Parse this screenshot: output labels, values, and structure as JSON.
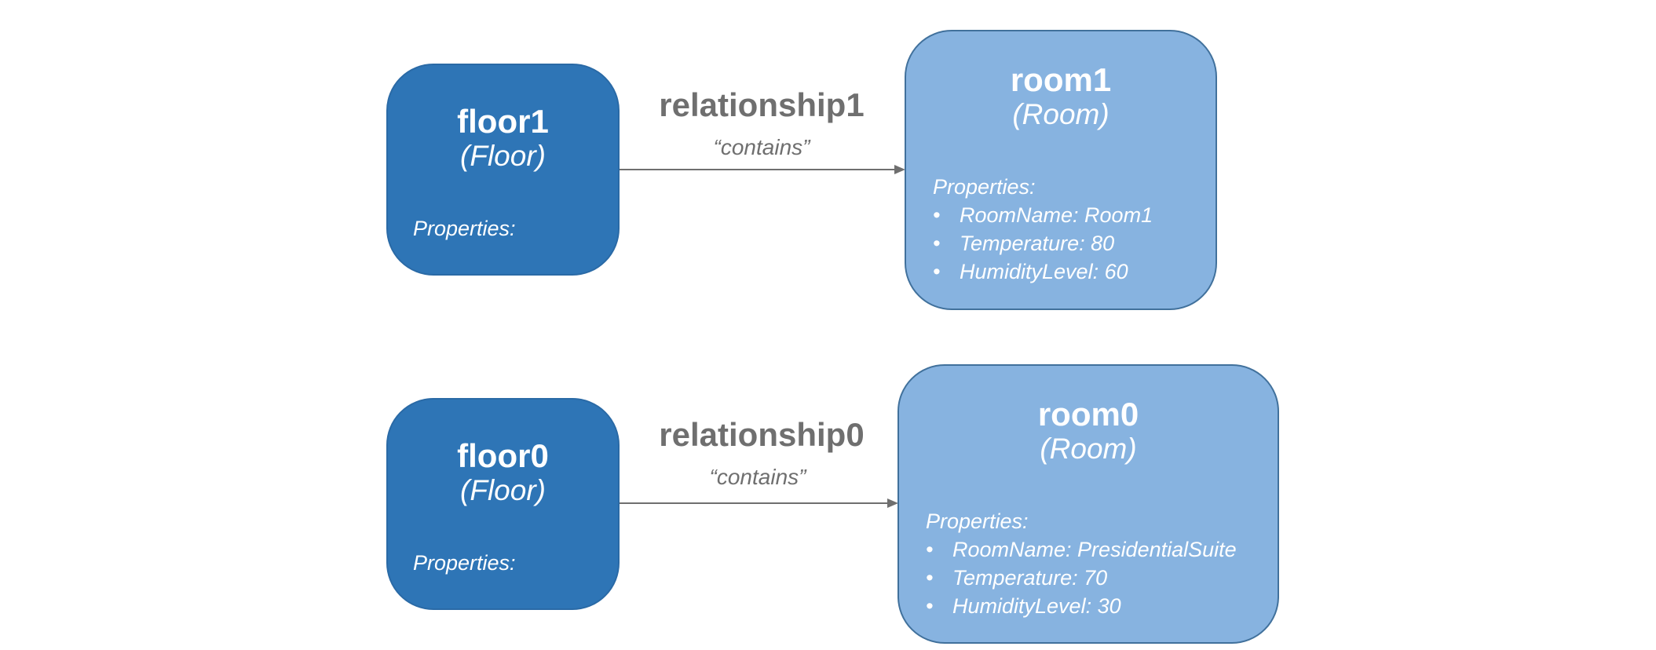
{
  "diagram": {
    "floors": [
      {
        "name": "floor1",
        "type": "(Floor)",
        "properties_label": "Properties:"
      },
      {
        "name": "floor0",
        "type": "(Floor)",
        "properties_label": "Properties:"
      }
    ],
    "rooms": [
      {
        "name": "room1",
        "type": "(Room)",
        "properties_label": "Properties:",
        "properties": [
          "RoomName: Room1",
          "Temperature: 80",
          "HumidityLevel: 60"
        ]
      },
      {
        "name": "room0",
        "type": "(Room)",
        "properties_label": "Properties:",
        "properties": [
          "RoomName: PresidentialSuite",
          "Temperature: 70",
          "HumidityLevel: 30"
        ]
      }
    ],
    "relationships": [
      {
        "name": "relationship1",
        "label": "“contains”"
      },
      {
        "name": "relationship0",
        "label": "“contains”"
      }
    ]
  },
  "colors": {
    "floor_fill": "#2e75b6",
    "room_fill": "#87b3e0",
    "room_border": "#41719c",
    "relationship_text": "#6f6f6f",
    "edge": "#6f6f6f"
  }
}
